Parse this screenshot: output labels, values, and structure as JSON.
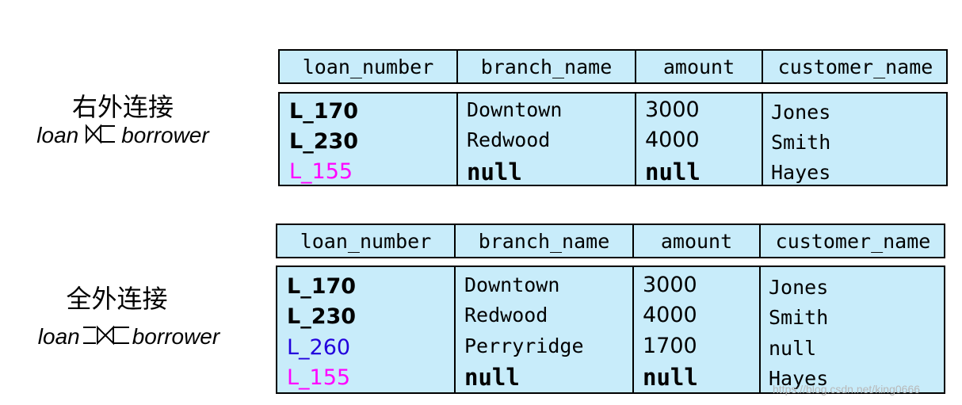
{
  "captions": {
    "right_join_title": "右外连接",
    "right_join_left": "loan",
    "right_join_right": "borrower",
    "full_join_title": "全外连接",
    "full_join_left": "loan",
    "full_join_right": "borrower"
  },
  "tables": {
    "right_outer_join": {
      "headers": [
        "loan_number",
        "branch_name",
        "amount",
        "customer_name"
      ],
      "rows": [
        [
          "L_170",
          "Downtown",
          "3000",
          "Jones"
        ],
        [
          "L_230",
          "Redwood",
          "4000",
          "Smith"
        ],
        [
          "L_155",
          "null",
          "null",
          "Hayes"
        ]
      ]
    },
    "full_outer_join": {
      "headers": [
        "loan_number",
        "branch_name",
        "amount",
        "customer_name"
      ],
      "rows": [
        [
          "L_170",
          "Downtown",
          "3000",
          "Jones"
        ],
        [
          "L_230",
          "Redwood",
          "4000",
          "Smith"
        ],
        [
          "L_260",
          "Perryridge",
          "1700",
          "null"
        ],
        [
          "L_155",
          "null",
          "null",
          "Hayes"
        ]
      ]
    }
  },
  "colors": {
    "table_fill": "#c8ecfa",
    "highlight_magenta": "#ff00ff",
    "highlight_blue": "#2200dd"
  },
  "watermark": "https://blog.csdn.net/king0666"
}
